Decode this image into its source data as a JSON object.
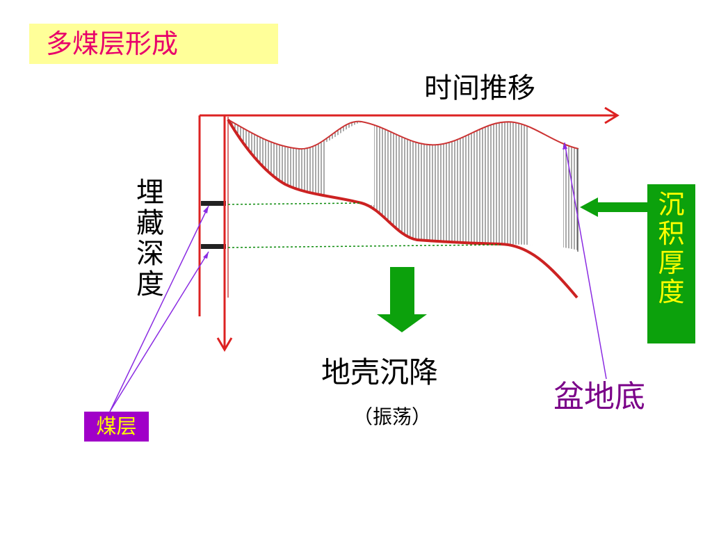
{
  "title": "多煤层形成",
  "labels": {
    "time": "时间推移",
    "depth": "埋藏深度",
    "sediment_thickness": "沉积厚度",
    "subsidence": "地壳沉降",
    "oscillation": "（振荡）",
    "basin_floor": "盆地底",
    "coal_seam": "煤层"
  },
  "colors": {
    "title_bg": "#ffff99",
    "title_text": "#e8006a",
    "axis": "#dd2222",
    "fill_green": "#0ca10c",
    "sediment_text": "#ffff00",
    "coal_bg": "#a000c8",
    "leader": "#8a2be2",
    "basin_text": "#7a0088",
    "seam_line": "#0a8a0a"
  },
  "icons": [
    "arrow-right-icon",
    "arrow-down-icon",
    "green-arrow-left-icon",
    "green-arrow-down-icon"
  ]
}
